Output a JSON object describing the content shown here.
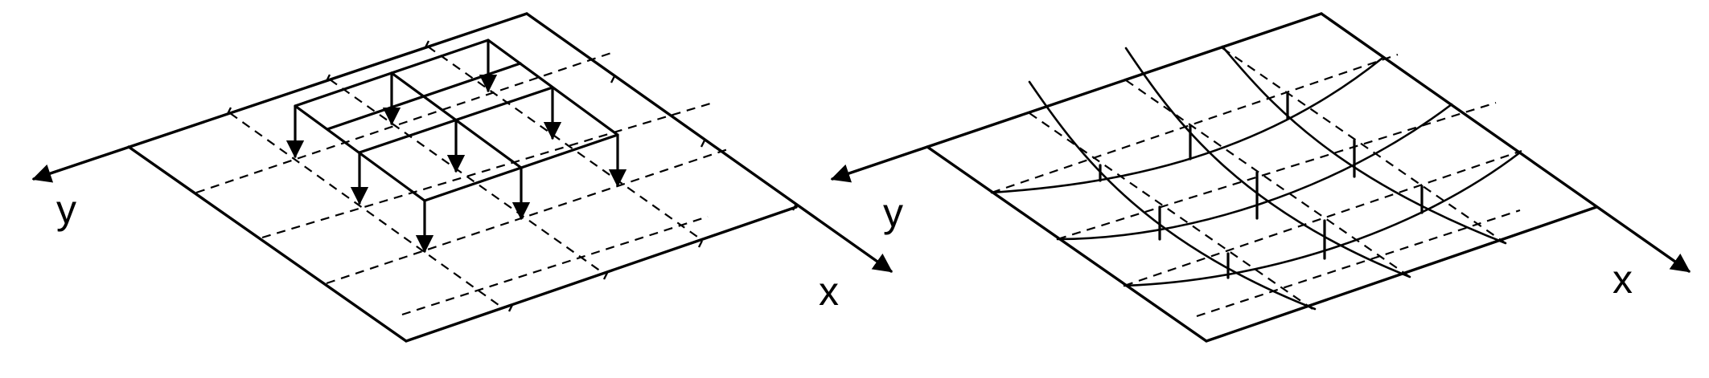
{
  "panels": [
    {
      "id": "load",
      "axis_labels": {
        "x": "x",
        "y": "y"
      },
      "grid_divisions": 4
    },
    {
      "id": "deflection",
      "axis_labels": {
        "x": "x",
        "y": "y"
      },
      "grid_divisions": 4
    }
  ],
  "colors": {
    "stroke": "#000000",
    "background": "#ffffff"
  }
}
